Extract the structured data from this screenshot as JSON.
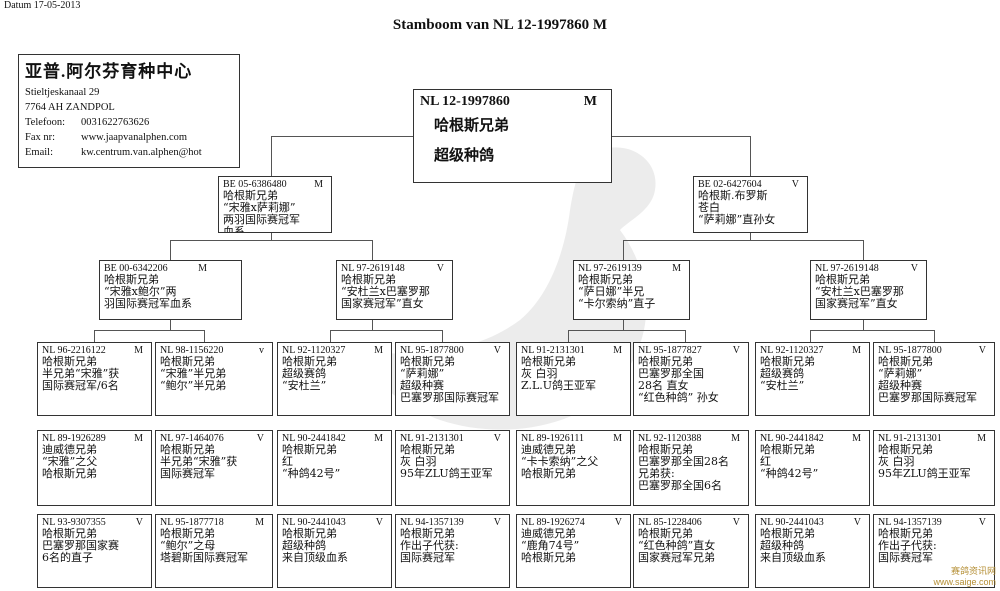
{
  "header": {
    "datum": "Datum 17-05-2013",
    "title": "Stamboom van NL 12-1997860 M"
  },
  "contact": {
    "name": "亚普.阿尔芬育种中心",
    "address": "Stieltjeskanaal 29",
    "city": "7764 AH  ZANDPOL",
    "phone_label": "Telefoon:",
    "phone": "0031622763626",
    "fax_label": "Fax nr:",
    "fax": "www.jaapvanalphen.com",
    "email_label": "Email:",
    "email": "kw.centrum.van.alphen@hot"
  },
  "main": {
    "ring": "NL    12-1997860",
    "sex": "M",
    "line1": "哈根斯兄弟",
    "line2": "超级种鸽"
  },
  "gen1": [
    {
      "ring": "BE 05-6386480",
      "sex": "M",
      "text": "哈根斯兄弟\n“宋雅x萨莉娜”\n两羽国际赛冠军\n血系"
    },
    {
      "ring": "BE 02-6427604",
      "sex": "V",
      "text": "哈根斯.布罗斯\n苍白\n“萨莉娜”直孙女"
    }
  ],
  "gen2": [
    {
      "ring": "BE 00-6342206",
      "sex": "M",
      "text": "哈根斯兄弟\n“宋雅x鲍尔”两\n羽国际赛冠军血系"
    },
    {
      "ring": "NL 97-2619148",
      "sex": "V",
      "text": "哈根斯兄弟\n“安杜兰x巴塞罗那\n国家赛冠军”直女"
    },
    {
      "ring": "NL 97-2619139",
      "sex": "M",
      "text": "哈根斯兄弟\n“萨日娜”半兄\n“卡尔索纳”直子"
    },
    {
      "ring": "NL 97-2619148",
      "sex": "V",
      "text": "哈根斯兄弟\n“安杜兰x巴塞罗那\n国家赛冠军”直女"
    }
  ],
  "gen3": [
    {
      "ring": "NL 96-2216122",
      "sex": "M",
      "text": "哈根斯兄弟\n半兄弟“宋雅”获\n国际赛冠军/6名"
    },
    {
      "ring": "NL 98-1156220",
      "sex": "v",
      "text": "哈根斯兄弟\n“宋雅”半兄弟\n“鲍尔”半兄弟"
    },
    {
      "ring": "NL 92-1120327",
      "sex": "M",
      "text": "哈根斯兄弟\n超级赛鸽\n“安杜兰”"
    },
    {
      "ring": "NL 95-1877800",
      "sex": "V",
      "text": "哈根斯兄弟\n“萨莉娜”\n超级种赛\n巴塞罗那国际赛冠军"
    },
    {
      "ring": "NL 91-2131301",
      "sex": "M",
      "text": "哈根斯兄弟\n灰 白羽\nZ.L.U鸽王亚军"
    },
    {
      "ring": "NL 95-1877827",
      "sex": "V",
      "text": "哈根斯兄弟\n巴塞罗那全国\n28名 直女\n“红色种鸽” 孙女"
    },
    {
      "ring": "NL 92-1120327",
      "sex": "M",
      "text": "哈根斯兄弟\n超级赛鸽\n“安杜兰”"
    },
    {
      "ring": "NL 95-1877800",
      "sex": "V",
      "text": "哈根斯兄弟\n“萨莉娜”\n超级种赛\n巴塞罗那国际赛冠军"
    }
  ],
  "gen4a": [
    {
      "ring": "NL 89-1926289",
      "sex": "M",
      "text": "迪威德兄弟\n“宋雅”之父\n哈根斯兄弟"
    },
    {
      "ring": "NL 97-1464076",
      "sex": "V",
      "text": "哈根斯兄弟\n半兄弟“宋雅”获\n国际赛冠军"
    },
    {
      "ring": "NL 90-2441842",
      "sex": "M",
      "text": "哈根斯兄弟\n红\n“种鸽42号”"
    },
    {
      "ring": "NL 91-2131301",
      "sex": "V",
      "text": "哈根斯兄弟\n灰 白羽\n95年ZLU鸽王亚军"
    },
    {
      "ring": "NL 89-1926111",
      "sex": "M",
      "text": "迪威德兄弟\n“卡卡索纳”之父\n哈根斯兄弟"
    },
    {
      "ring": "NL 92-1120388",
      "sex": "M",
      "text": "哈根斯兄弟\n巴塞罗那全国28名\n兄弟获:\n巴塞罗那全国6名"
    },
    {
      "ring": "NL 90-2441842",
      "sex": "M",
      "text": "哈根斯兄弟\n红\n“种鸽42号”"
    },
    {
      "ring": "NL 91-2131301",
      "sex": "M",
      "text": "哈根斯兄弟\n灰 白羽\n95年ZLU鸽王亚军"
    }
  ],
  "gen4b": [
    {
      "ring": "NL 93-9307355",
      "sex": "V",
      "text": "哈根斯兄弟\n巴塞罗那国家赛\n6名的直子"
    },
    {
      "ring": "NL 95-1877718",
      "sex": "M",
      "text": "哈根斯兄弟\n“鲍尔”之母\n塔碧斯国际赛冠军"
    },
    {
      "ring": "NL 90-2441043",
      "sex": "V",
      "text": "哈根斯兄弟\n超级种鸽\n来自顶级血系"
    },
    {
      "ring": "NL 94-1357139",
      "sex": "V",
      "text": "哈根斯兄弟\n作出子代获:\n国际赛冠军"
    },
    {
      "ring": "NL 89-1926274",
      "sex": "V",
      "text": "迪威德兄弟\n“鹿角74号”\n哈根斯兄弟"
    },
    {
      "ring": "NL 85-1228406",
      "sex": "V",
      "text": "哈根斯兄弟\n“红色种鸽”直女\n国家赛冠军兄弟"
    },
    {
      "ring": "NL 90-2441043",
      "sex": "V",
      "text": "哈根斯兄弟\n超级种鸽\n来自顶级血系"
    },
    {
      "ring": "NL 94-1357139",
      "sex": "V",
      "text": "哈根斯兄弟\n作出子代获:\n国际赛冠军"
    }
  ],
  "watermark": {
    "line1": "赛鸽资讯网",
    "line2": "www.saige.com"
  }
}
